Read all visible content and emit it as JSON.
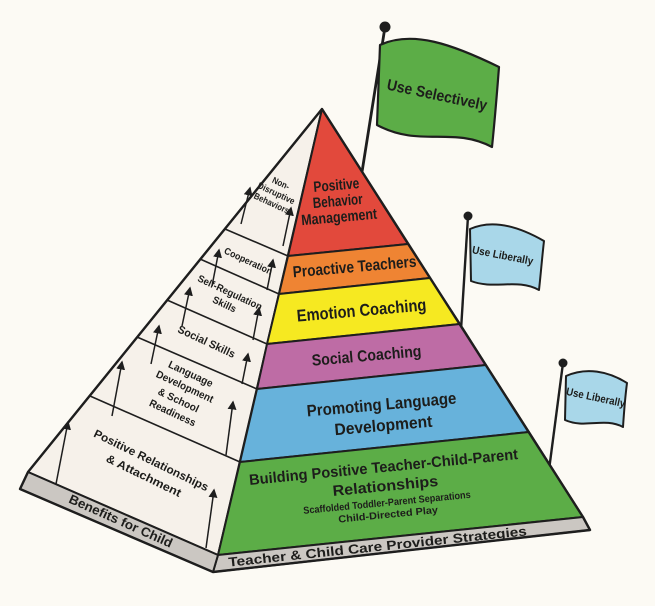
{
  "background": "#FCFAF4",
  "outline_color": "#1E1E1E",
  "flags": [
    {
      "label": "Use Selectively",
      "color": "#5CAD47"
    },
    {
      "label": "Use Liberally",
      "color": "#A9D7E9"
    },
    {
      "label": "Use Liberally",
      "color": "#A9D7E9"
    }
  ],
  "bands": [
    {
      "color": "#E2493C",
      "lines": {
        "l1": "Positive",
        "l2": "Behavior",
        "l3": "Management"
      }
    },
    {
      "color": "#EF8433",
      "lines": {
        "l1": "Proactive Teachers"
      }
    },
    {
      "color": "#F6E921",
      "lines": {
        "l1": "Emotion Coaching"
      }
    },
    {
      "color": "#BE6CA5",
      "lines": {
        "l1": "Social Coaching"
      }
    },
    {
      "color": "#67B2DB",
      "lines": {
        "l1": "Promoting Language",
        "l2": "Development"
      }
    },
    {
      "color": "#5CAD47",
      "lines": {
        "l1": "Building Positive Teacher-Child-Parent",
        "l2": "Relationships"
      },
      "sub": {
        "s1": "Scaffolded Toddler-Parent Separations",
        "s2": "Child-Directed Play"
      }
    }
  ],
  "left_face": {
    "color": "#F6F1EA",
    "segments": [
      {
        "lines": {
          "l1": "Non-",
          "l2": "Disruptive",
          "l3": "Behaviors"
        }
      },
      {
        "lines": {
          "l1": "Cooperation"
        }
      },
      {
        "lines": {
          "l1": "Self-Regulation",
          "l2": "Skills"
        }
      },
      {
        "lines": {
          "l1": "Social Skills"
        }
      },
      {
        "lines": {
          "l1": "Language",
          "l2": "Development",
          "l3": "& School",
          "l4": "Readiness"
        }
      },
      {
        "lines": {
          "l1": "Positive Relationships",
          "l2": "& Attachment"
        }
      }
    ]
  },
  "base": {
    "color": "#CBC7C2",
    "left_label": "Benefits for Child",
    "front_label": "Teacher & Child Care Provider Strategies"
  }
}
